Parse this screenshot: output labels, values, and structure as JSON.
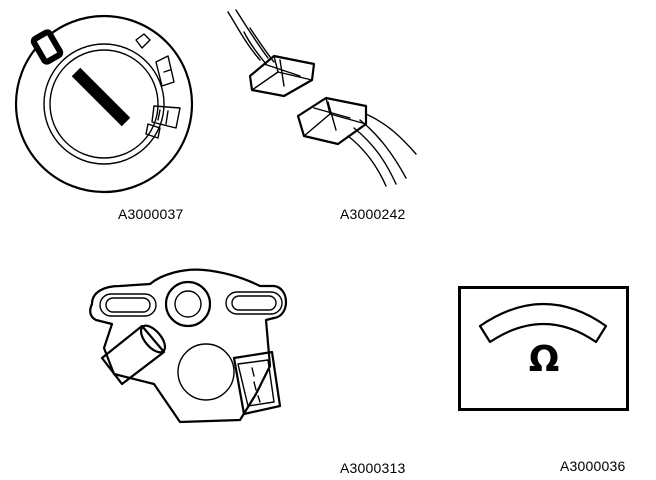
{
  "figures": [
    {
      "id": "ignition-switch",
      "icon": "ignition-switch-icon",
      "code": "A3000037"
    },
    {
      "id": "connector",
      "icon": "wire-connector-icon",
      "code": "A3000242"
    },
    {
      "id": "switch-unit",
      "icon": "switch-unit-icon",
      "code": "A3000313"
    },
    {
      "id": "ohmmeter",
      "icon": "ohmmeter-icon",
      "code": "A3000036",
      "symbol": "Ω"
    }
  ],
  "colors": {
    "ink": "#000000",
    "background": "#ffffff"
  }
}
